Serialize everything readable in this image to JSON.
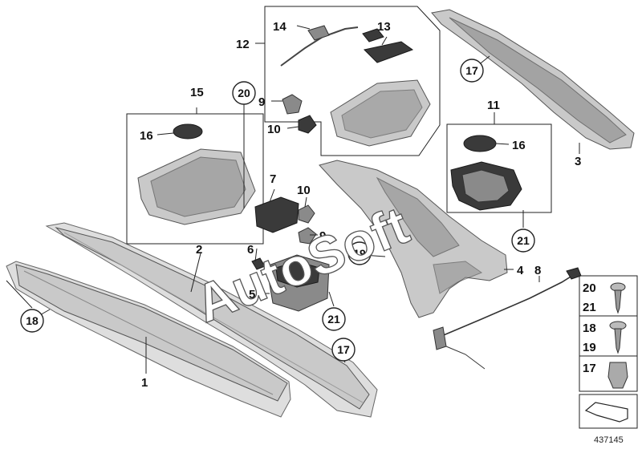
{
  "watermark": "AutoSoft",
  "diagram_number": "437145",
  "callouts": {
    "c1": "1",
    "c2": "2",
    "c3": "3",
    "c4": "4",
    "c5": "5",
    "c6": "6",
    "c7": "7",
    "c8": "8",
    "c9a": "9",
    "c9b": "9",
    "c10a": "10",
    "c10b": "10",
    "c11": "11",
    "c12": "12",
    "c13": "13",
    "c14": "14",
    "c15": "15",
    "c16a": "16",
    "c16b": "16",
    "c17a": "17",
    "c17b": "17",
    "c18": "18",
    "c19": "19",
    "c20": "20",
    "c21a": "21",
    "c21b": "21"
  },
  "legend": {
    "row1_a": "20",
    "row1_b": "21",
    "row2_a": "18",
    "row2_b": "19",
    "row3_a": "17"
  }
}
